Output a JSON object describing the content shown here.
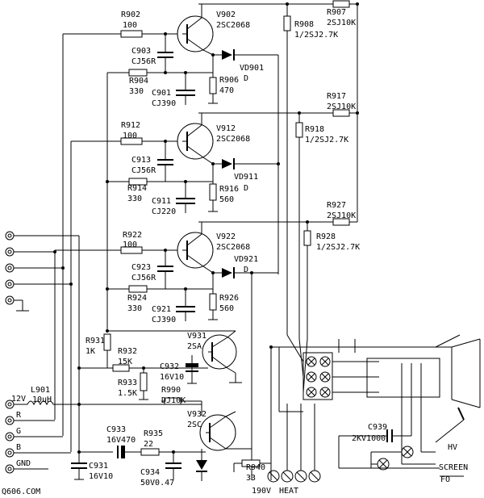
{
  "labels": {
    "R902": "R902",
    "R902v": "100",
    "V902": "V902",
    "V902t": "2SC2068",
    "R908": "R908",
    "R908v": "1/2SJ2.7K",
    "R907": "R907",
    "R907v": "2SJ10K",
    "C903": "C903",
    "C903v": "CJ56R",
    "VD901": "VD901",
    "VD901d": "D",
    "R904": "R904",
    "R904v": "330",
    "C901": "C901",
    "C901v": "CJ390",
    "R906": "R906",
    "R906v": "470",
    "R917": "R917",
    "R917v": "2SJ10K",
    "R912": "R912",
    "R912v": "100",
    "V912": "V912",
    "V912t": "2SC2068",
    "R918": "R918",
    "R918v": "1/2SJ2.7K",
    "C913": "C913",
    "C913v": "CJ56R",
    "VD911": "VD911",
    "VD911d": "D",
    "R914": "R914",
    "R914v": "330",
    "C911": "C911",
    "C911v": "CJ220",
    "R916": "R916",
    "R916v": "560",
    "R927": "R927",
    "R927v": "2SJ10K",
    "R922": "R922",
    "R922v": "100",
    "V922": "V922",
    "V922t": "2SC2068",
    "R928": "R928",
    "R928v": "1/2SJ2.7K",
    "C923": "C923",
    "C923v": "CJ56R",
    "VD921": "VD921",
    "VD921d": "D",
    "R924": "R924",
    "R924v": "330",
    "C921": "C921",
    "C921v": "CJ390",
    "R926": "R926",
    "R926v": "560",
    "R931": "R931",
    "R931v": "1K",
    "R932": "R932",
    "R932v": "15K",
    "R933": "R933",
    "R933v": "1.5K",
    "V931": "V931",
    "V931t": "2SA",
    "C932": "C932",
    "C932v": "16V10",
    "R990": "R990",
    "R990v": "DJ10K",
    "L901": "L901",
    "L901v": "10uH",
    "v12": "12V",
    "R": "R",
    "G": "G",
    "B": "B",
    "GND": "GND",
    "C933": "C933",
    "C933v": "16V470",
    "R935": "R935",
    "R935v": "22",
    "V932": "V932",
    "V932t": "2SC",
    "C934": "C934",
    "C934v": "50V0.47",
    "C931": "C931",
    "C931v": "16V10",
    "R940": "R940",
    "R940v": "33",
    "C939": "C939",
    "C939v": "2KV1000",
    "HV": "HV",
    "SCREEN": "SCREEN",
    "FO": "FO",
    "V190": "190V",
    "HEAT": "HEAT",
    "site": "Q606.COM"
  }
}
